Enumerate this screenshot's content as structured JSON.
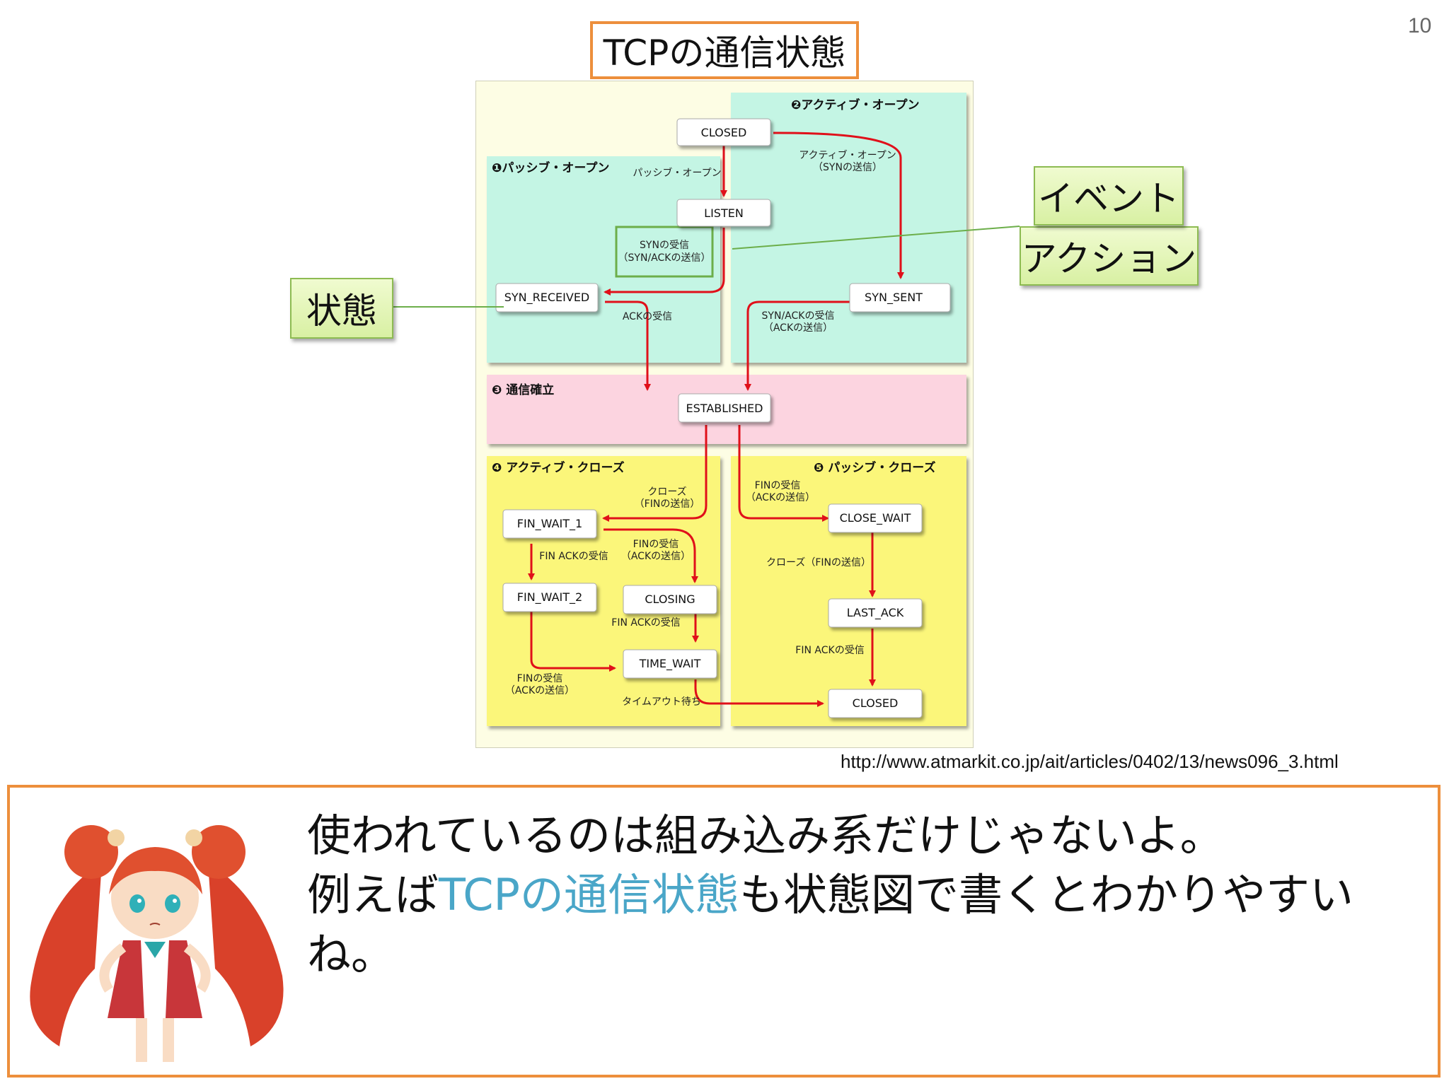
{
  "page_number": "10",
  "title": "TCPの通信状態",
  "diagram": {
    "sections": {
      "passive_open": "❶パッシブ・オープン",
      "active_open": "❷アクティブ・オープン",
      "established": "❸ 通信確立",
      "active_close": "❹ アクティブ・クローズ",
      "passive_close": "❺ パッシブ・クローズ"
    },
    "states": {
      "closed_top": "CLOSED",
      "listen": "LISTEN",
      "syn_received": "SYN_RECEIVED",
      "syn_sent": "SYN_SENT",
      "established": "ESTABLISHED",
      "fin_wait_1": "FIN_WAIT_1",
      "fin_wait_2": "FIN_WAIT_2",
      "closing": "CLOSING",
      "time_wait": "TIME_WAIT",
      "close_wait": "CLOSE_WAIT",
      "last_ack": "LAST_ACK",
      "closed_bottom": "CLOSED"
    },
    "transitions": {
      "passive_open": "パッシブ・オープン",
      "active_open_1": "アクティブ・オープン",
      "active_open_2": "（SYNの送信）",
      "syn_recv_1": "SYNの受信",
      "syn_recv_2": "（SYN/ACKの送信）",
      "ack_recv": "ACKの受信",
      "synack_recv_1": "SYN/ACKの受信",
      "synack_recv_2": "（ACKの送信）",
      "close_1": "クローズ",
      "close_2": "（FINの送信）",
      "fin_recv_a1": "FINの受信",
      "fin_recv_a2": "（ACKの送信）",
      "fin_ack_recv_a": "FIN ACKの受信",
      "fin_ack_recv_b": "FIN ACKの受信",
      "fin_recv_b1": "FINの受信",
      "fin_recv_b2": "（ACKの送信）",
      "timeout": "タイムアウト待ち",
      "fin_recv_c1": "FINの受信",
      "fin_recv_c2": "（ACKの送信）",
      "close_fin": "クローズ（FINの送信）",
      "fin_ack_recv_c": "FIN ACKの受信"
    }
  },
  "callouts": {
    "state": "状態",
    "event": "イベント",
    "action": "アクション"
  },
  "source_url": "http://www.atmarkit.co.jp/ait/articles/0402/13/news096_3.html",
  "speech": {
    "line1": "使われているのは組み込み系だけじゃないよ。",
    "line2_prefix": "例えば",
    "line2_highlight": "TCPの通信状態",
    "line2_suffix": "も状態図で書くとわかりやすい",
    "line3": "ね。"
  },
  "colors": {
    "accent_orange": "#ed8f3c",
    "highlight_blue": "#4aa6c8",
    "arrow_red": "#e0101a",
    "section_cyan": "#c4f5e4",
    "section_pink": "#fcd4e0",
    "section_yellow": "#fbf67a",
    "callout_green": "#d8f0a3"
  }
}
